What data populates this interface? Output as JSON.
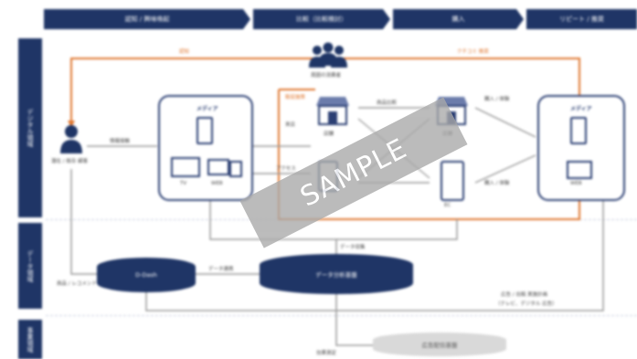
{
  "header": {
    "phases": [
      "認知 / 興味喚起",
      "比較（比較検討）",
      "購入",
      "リピート / 推奨"
    ]
  },
  "lanes": {
    "digital": "デジタル領域",
    "data": "データ領域",
    "bottom": "事業領域"
  },
  "diagram": {
    "consumer_label": "潜在 / 既存 顧客",
    "influencers_label": "周囲の消費者",
    "media_title": "メディア",
    "tv_label": "TV",
    "web_label": "WEB",
    "store_label": "店舗",
    "ec_label": "EC",
    "arrows": {
      "top_left": "認知",
      "top_right": "クチコミ 推奨",
      "info_contact": "情報接触",
      "store_visit": "来店",
      "product_compare": "商品比較",
      "purchase_1": "購入 / 体験",
      "purchase_2": "購入 / 体験",
      "access": "アクセス",
      "promo": "販促施策",
      "data_input": "データ収集",
      "data_link": "データ連携",
      "rec": "商品 / レコメンド",
      "measure": "効果測定",
      "bottom_note_1": "広告 / 出稿 実施計画",
      "bottom_note_2": "（テレビ、デジタル 広告）"
    },
    "db_left": "D-Dash",
    "db_center": "データ分析基盤",
    "db_bottom": "広告配信基盤"
  },
  "watermark": "SAMPLE",
  "colors": {
    "navy": "#1f3566",
    "orange": "#e0762e",
    "gray": "#9a9a9a"
  }
}
